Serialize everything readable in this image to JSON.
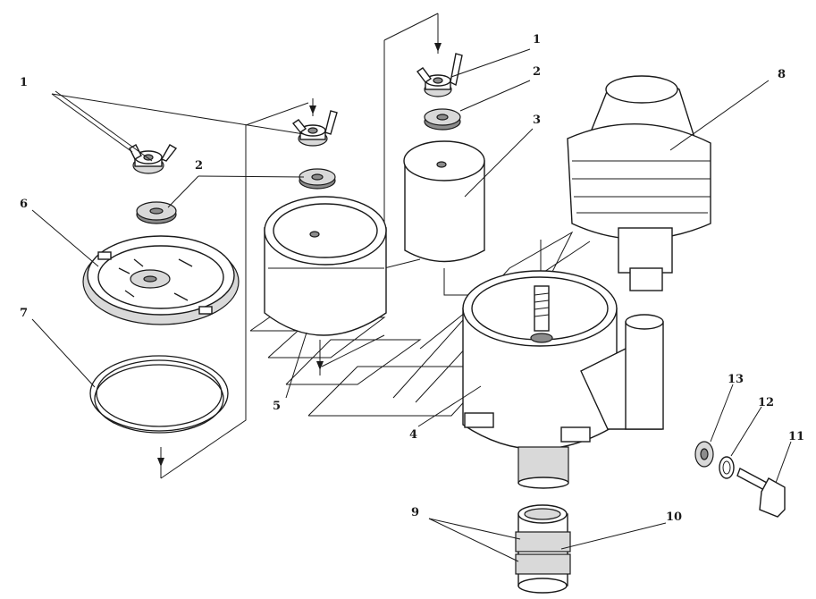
{
  "callouts": [
    {
      "id": "c1a",
      "text": "1"
    },
    {
      "id": "c1b",
      "text": "1"
    },
    {
      "id": "c2a",
      "text": "2"
    },
    {
      "id": "c2b",
      "text": "2"
    },
    {
      "id": "c3",
      "text": "3"
    },
    {
      "id": "c4",
      "text": "4"
    },
    {
      "id": "c5",
      "text": "5"
    },
    {
      "id": "c6",
      "text": "6"
    },
    {
      "id": "c7",
      "text": "7"
    },
    {
      "id": "c8",
      "text": "8"
    },
    {
      "id": "c9",
      "text": "9"
    },
    {
      "id": "c10",
      "text": "10"
    },
    {
      "id": "c11",
      "text": "11"
    },
    {
      "id": "c12",
      "text": "12"
    },
    {
      "id": "c13",
      "text": "13"
    }
  ]
}
